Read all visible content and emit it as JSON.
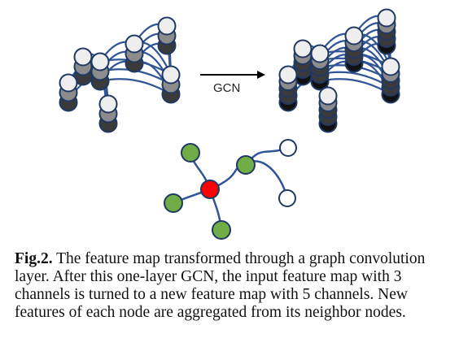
{
  "figure": {
    "arrow_label": "GCN",
    "colors": {
      "edge": "#2f5597",
      "node_outline": "#1f3864",
      "center_node": "#ff0000",
      "neighbor_node": "#70ad47",
      "other_node": "#ffffff",
      "channel_light": "#eeeeee",
      "channel_mid": "#8c8c8c",
      "channel_dark": "#3a3a3a",
      "channel_black": "#111111"
    },
    "input_channels": 3,
    "output_channels": 5
  },
  "caption": {
    "label": "Fig.2.",
    "text": " The feature map transformed through a graph convolution layer. After this one-layer GCN, the input feature map with 3 channels is turned to a new feature map with 5 channels. New features of each node are aggregated from its neighbor nodes."
  }
}
